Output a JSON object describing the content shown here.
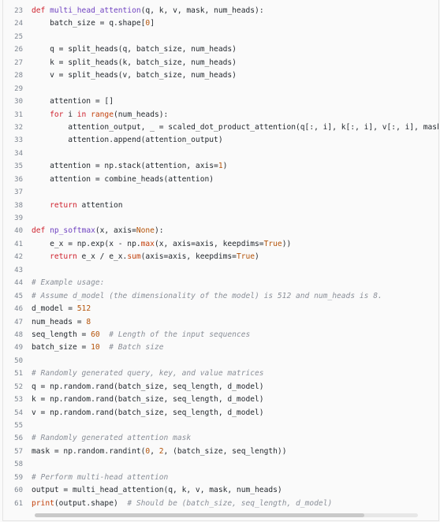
{
  "lines": [
    {
      "n": "23",
      "segments": [
        [
          "kw",
          "def "
        ],
        [
          "fn",
          "multi_head_attention"
        ],
        [
          "",
          "(q, k, v, mask, num_heads):"
        ]
      ]
    },
    {
      "n": "24",
      "segments": [
        [
          "",
          "    batch_size = q.shape["
        ],
        [
          "num",
          "0"
        ],
        [
          "",
          "]"
        ]
      ]
    },
    {
      "n": "25",
      "segments": []
    },
    {
      "n": "26",
      "segments": [
        [
          "",
          "    q = split_heads(q, batch_size, num_heads)"
        ]
      ]
    },
    {
      "n": "27",
      "segments": [
        [
          "",
          "    k = split_heads(k, batch_size, num_heads)"
        ]
      ]
    },
    {
      "n": "28",
      "segments": [
        [
          "",
          "    v = split_heads(v, batch_size, num_heads)"
        ]
      ]
    },
    {
      "n": "29",
      "segments": []
    },
    {
      "n": "30",
      "segments": [
        [
          "",
          "    attention = []"
        ]
      ]
    },
    {
      "n": "31",
      "segments": [
        [
          "",
          "    "
        ],
        [
          "kw",
          "for"
        ],
        [
          "",
          " i "
        ],
        [
          "kw",
          "in"
        ],
        [
          "",
          " "
        ],
        [
          "bi",
          "range"
        ],
        [
          "",
          "(num_heads):"
        ]
      ]
    },
    {
      "n": "32",
      "segments": [
        [
          "",
          "        attention_output, _ = scaled_dot_product_attention(q[:, i], k[:, i], v[:, i], mask)"
        ]
      ]
    },
    {
      "n": "33",
      "segments": [
        [
          "",
          "        attention.append(attention_output)"
        ]
      ]
    },
    {
      "n": "34",
      "segments": []
    },
    {
      "n": "35",
      "segments": [
        [
          "",
          "    attention = np.stack(attention, axis="
        ],
        [
          "num",
          "1"
        ],
        [
          "",
          ")"
        ]
      ]
    },
    {
      "n": "36",
      "segments": [
        [
          "",
          "    attention = combine_heads(attention)"
        ]
      ]
    },
    {
      "n": "37",
      "segments": []
    },
    {
      "n": "38",
      "segments": [
        [
          "",
          "    "
        ],
        [
          "kw",
          "return"
        ],
        [
          "",
          " attention"
        ]
      ]
    },
    {
      "n": "39",
      "segments": []
    },
    {
      "n": "40",
      "segments": [
        [
          "kw",
          "def "
        ],
        [
          "fn",
          "np_softmax"
        ],
        [
          "",
          "(x, axis="
        ],
        [
          "num",
          "None"
        ],
        [
          "",
          "):"
        ]
      ]
    },
    {
      "n": "41",
      "segments": [
        [
          "",
          "    e_x = np.exp(x - np."
        ],
        [
          "bi",
          "max"
        ],
        [
          "",
          "(x, axis=axis, keepdims="
        ],
        [
          "num",
          "True"
        ],
        [
          "",
          "))"
        ]
      ]
    },
    {
      "n": "42",
      "segments": [
        [
          "",
          "    "
        ],
        [
          "kw",
          "return"
        ],
        [
          "",
          " e_x / e_x."
        ],
        [
          "bi",
          "sum"
        ],
        [
          "",
          "(axis=axis, keepdims="
        ],
        [
          "num",
          "True"
        ],
        [
          "",
          ")"
        ]
      ]
    },
    {
      "n": "43",
      "segments": []
    },
    {
      "n": "44",
      "segments": [
        [
          "cm",
          "# Example usage:"
        ]
      ]
    },
    {
      "n": "45",
      "segments": [
        [
          "cm",
          "# Assume d_model (the dimensionality of the model) is 512 and num_heads is 8."
        ]
      ]
    },
    {
      "n": "46",
      "segments": [
        [
          "",
          "d_model = "
        ],
        [
          "num",
          "512"
        ]
      ]
    },
    {
      "n": "47",
      "segments": [
        [
          "",
          "num_heads = "
        ],
        [
          "num",
          "8"
        ]
      ]
    },
    {
      "n": "48",
      "segments": [
        [
          "",
          "seq_length = "
        ],
        [
          "num",
          "60"
        ],
        [
          "",
          " "
        ],
        [
          "cm",
          " # Length of the input sequences"
        ]
      ]
    },
    {
      "n": "49",
      "segments": [
        [
          "",
          "batch_size = "
        ],
        [
          "num",
          "10"
        ],
        [
          "",
          " "
        ],
        [
          "cm",
          " # Batch size"
        ]
      ]
    },
    {
      "n": "50",
      "segments": []
    },
    {
      "n": "51",
      "segments": [
        [
          "cm",
          "# Randomly generated query, key, and value matrices"
        ]
      ]
    },
    {
      "n": "52",
      "segments": [
        [
          "",
          "q = np.random.rand(batch_size, seq_length, d_model)"
        ]
      ]
    },
    {
      "n": "53",
      "segments": [
        [
          "",
          "k = np.random.rand(batch_size, seq_length, d_model)"
        ]
      ]
    },
    {
      "n": "54",
      "segments": [
        [
          "",
          "v = np.random.rand(batch_size, seq_length, d_model)"
        ]
      ]
    },
    {
      "n": "55",
      "segments": []
    },
    {
      "n": "56",
      "segments": [
        [
          "cm",
          "# Randomly generated attention mask"
        ]
      ]
    },
    {
      "n": "57",
      "segments": [
        [
          "",
          "mask = np.random.randint("
        ],
        [
          "num",
          "0"
        ],
        [
          "",
          ", "
        ],
        [
          "num",
          "2"
        ],
        [
          "",
          ", (batch_size, seq_length))"
        ]
      ]
    },
    {
      "n": "58",
      "segments": []
    },
    {
      "n": "59",
      "segments": [
        [
          "cm",
          "# Perform multi-head attention"
        ]
      ]
    },
    {
      "n": "60",
      "segments": [
        [
          "",
          "output = multi_head_attention(q, k, v, mask, num_heads)"
        ]
      ]
    },
    {
      "n": "61",
      "segments": [
        [
          "bi",
          "print"
        ],
        [
          "",
          "(output.shape)"
        ],
        [
          "",
          " "
        ],
        [
          "cm",
          " # Should be (batch_size, seq_length, d_model)"
        ]
      ]
    }
  ],
  "scrollbar": {
    "visible_fraction": 0.86
  }
}
